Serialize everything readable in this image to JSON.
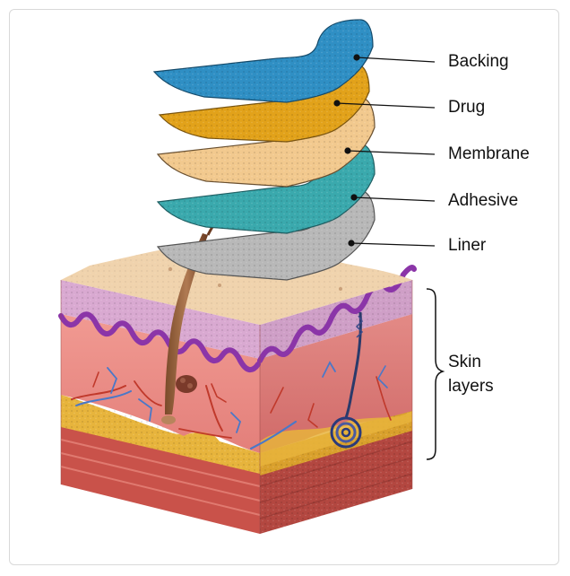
{
  "layers": [
    {
      "key": "backing",
      "label": "Backing",
      "color": "#2f8fc4"
    },
    {
      "key": "drug",
      "label": "Drug",
      "color": "#e2a21a"
    },
    {
      "key": "membrane",
      "label": "Membrane",
      "color": "#f2c98e"
    },
    {
      "key": "adhesive",
      "label": "Adhesive",
      "color": "#3aa9ad"
    },
    {
      "key": "liner",
      "label": "Liner",
      "color": "#b8b8b8"
    }
  ],
  "skin": {
    "label_line1": "Skin",
    "label_line2": "layers",
    "colors": {
      "surface": "#f0d3ad",
      "epidermis": "#c98fc0",
      "dermis": "#ea8f88",
      "fat": "#e7b43c",
      "muscle": "#c9524a"
    }
  }
}
